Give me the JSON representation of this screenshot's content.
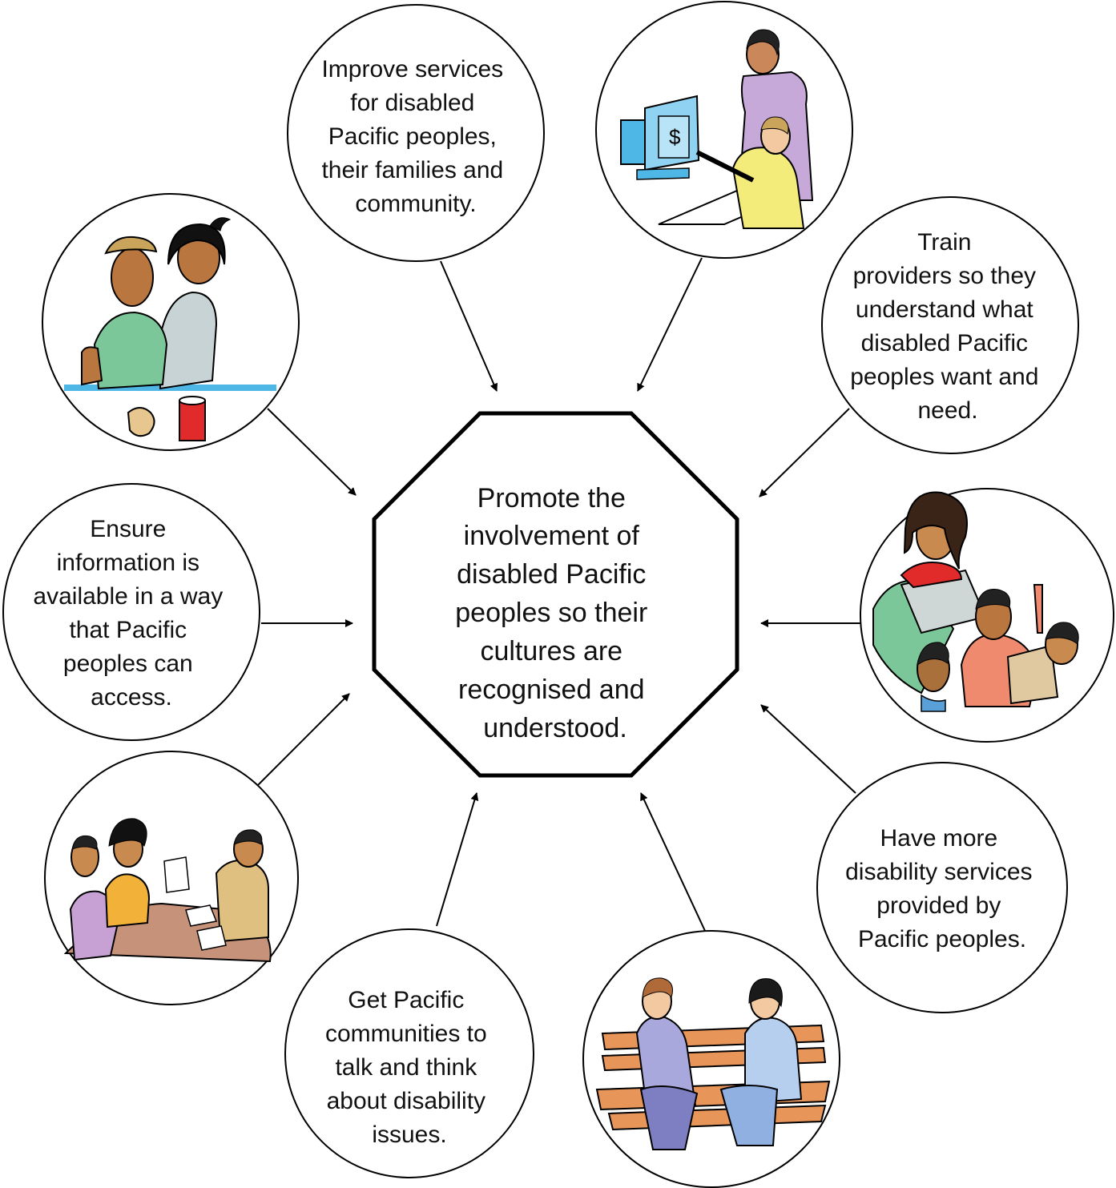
{
  "center": {
    "lines": [
      "Promote the",
      "involvement of",
      "disabled Pacific",
      "peoples so their",
      "cultures are",
      "recognised and",
      "understood."
    ]
  },
  "nodes": [
    {
      "id": "improve-services",
      "type": "text",
      "lines": [
        "Improve services",
        "for disabled",
        "Pacific peoples,",
        "their families and",
        "community."
      ]
    },
    {
      "id": "computer-training",
      "type": "picture",
      "icon": "people-at-computer-icon"
    },
    {
      "id": "train-providers",
      "type": "text",
      "lines": [
        "Train",
        "providers so they",
        "understand what",
        "disabled Pacific",
        "peoples want and",
        "need."
      ]
    },
    {
      "id": "group-reading",
      "type": "picture",
      "icon": "family-reading-icon"
    },
    {
      "id": "more-services",
      "type": "text",
      "lines": [
        "Have more",
        "disability services",
        "provided by",
        "Pacific peoples."
      ]
    },
    {
      "id": "bench-conversation",
      "type": "picture",
      "icon": "two-women-on-bench-icon"
    },
    {
      "id": "get-communities",
      "type": "text",
      "lines": [
        "Get Pacific",
        "communities to",
        "talk and think",
        "about disability",
        "issues."
      ]
    },
    {
      "id": "meeting-table",
      "type": "picture",
      "icon": "meeting-at-table-icon"
    },
    {
      "id": "ensure-information",
      "type": "text",
      "lines": [
        "Ensure",
        "information is",
        "available in a way",
        "that Pacific",
        "peoples can",
        "access."
      ]
    },
    {
      "id": "couple-cooking",
      "type": "picture",
      "icon": "couple-cooking-icon"
    }
  ]
}
